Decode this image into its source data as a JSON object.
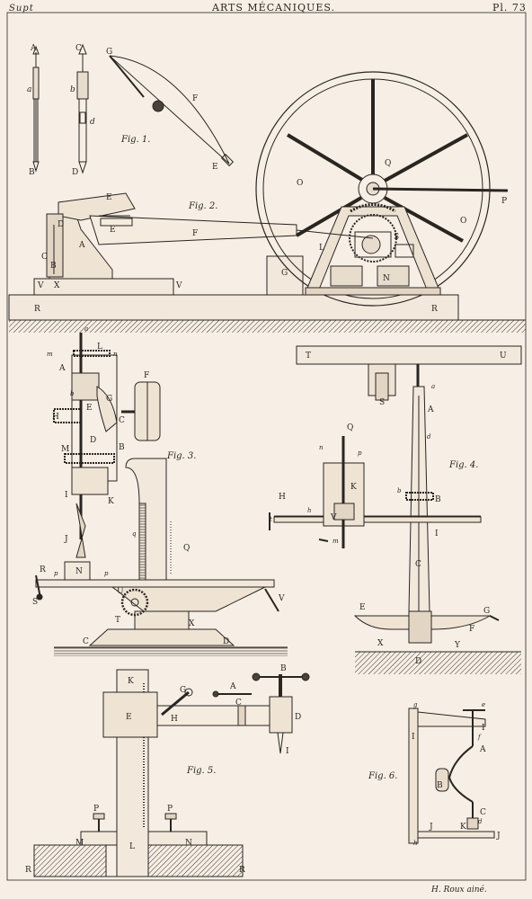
{
  "header": {
    "left": "Supt",
    "center": "ARTS MÉCANIQUES.",
    "right": "Pl. 73"
  },
  "footer": {
    "engraver": "H. Roux ainé."
  },
  "figures": {
    "fig1": {
      "caption": "Fig. 1.",
      "labels": [
        "A",
        "a",
        "B",
        "C",
        "b",
        "d",
        "D",
        "G",
        "F",
        "E"
      ]
    },
    "fig2": {
      "caption": "Fig. 2.",
      "labels": [
        "E",
        "D",
        "E",
        "F",
        "A",
        "C",
        "B",
        "V",
        "X",
        "V",
        "G",
        "L",
        "Q",
        "O",
        "O",
        "P",
        "S",
        "N",
        "R",
        "R"
      ]
    },
    "fig3": {
      "caption": "Fig. 3.",
      "labels": [
        "a",
        "m",
        "L",
        "n",
        "A",
        "b",
        "E",
        "G",
        "H",
        "C",
        "B",
        "F",
        "M",
        "D",
        "I",
        "K",
        "J",
        "q",
        "Q",
        "R",
        "p",
        "N",
        "p",
        "S",
        "U",
        "T",
        "X",
        "V",
        "C",
        "D"
      ]
    },
    "fig4": {
      "caption": "Fig. 4.",
      "labels": [
        "T",
        "U",
        "S",
        "a",
        "A",
        "Q",
        "n",
        "p",
        "d",
        "K",
        "H",
        "h",
        "b",
        "B",
        "t",
        "V",
        "I",
        "m",
        "C",
        "E",
        "G",
        "F",
        "X",
        "Y",
        "D"
      ]
    },
    "fig5": {
      "caption": "Fig. 5.",
      "labels": [
        "K",
        "G",
        "A",
        "B",
        "E",
        "H",
        "C",
        "D",
        "I",
        "P",
        "P",
        "M",
        "L",
        "N",
        "R",
        "R"
      ]
    },
    "fig6": {
      "caption": "Fig. 6.",
      "labels": [
        "g",
        "e",
        "I",
        "f",
        "I",
        "A",
        "B",
        "C",
        "J",
        "K",
        "d",
        "h",
        "J"
      ]
    }
  }
}
